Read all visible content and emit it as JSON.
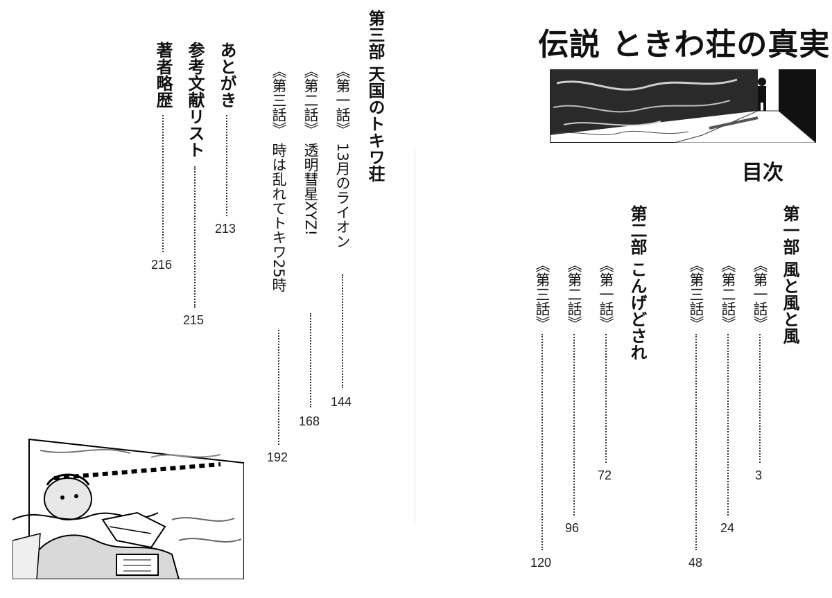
{
  "book_title": "伝説 ときわ荘の真実",
  "toc_heading": "目次",
  "parts": [
    {
      "title": "第一部 風と風と風",
      "chapters": [
        {
          "label": "《第一話》",
          "title": "",
          "page": "3"
        },
        {
          "label": "《第二話》",
          "title": "",
          "page": "24"
        },
        {
          "label": "《第三話》",
          "title": "",
          "page": "48"
        }
      ]
    },
    {
      "title": "第二部 こんげどされ",
      "chapters": [
        {
          "label": "《第一話》",
          "title": "",
          "page": "72"
        },
        {
          "label": "《第二話》",
          "title": "",
          "page": "96"
        },
        {
          "label": "《第三話》",
          "title": "",
          "page": "120"
        }
      ]
    },
    {
      "title": "第三部 天国のトキワ荘",
      "chapters": [
        {
          "label": "《第一話》",
          "title": "13月のライオン",
          "page": "144"
        },
        {
          "label": "《第二話》",
          "title": "透明彗星XYZ!",
          "page": "168"
        },
        {
          "label": "《第三話》",
          "title": "時は乱れてトキワ25時",
          "page": "192"
        }
      ]
    }
  ],
  "back_matter": [
    {
      "title": "あとがき",
      "page": "213"
    },
    {
      "title": "参考文献リスト",
      "page": "215"
    },
    {
      "title": "著者略歴",
      "page": "216"
    }
  ]
}
